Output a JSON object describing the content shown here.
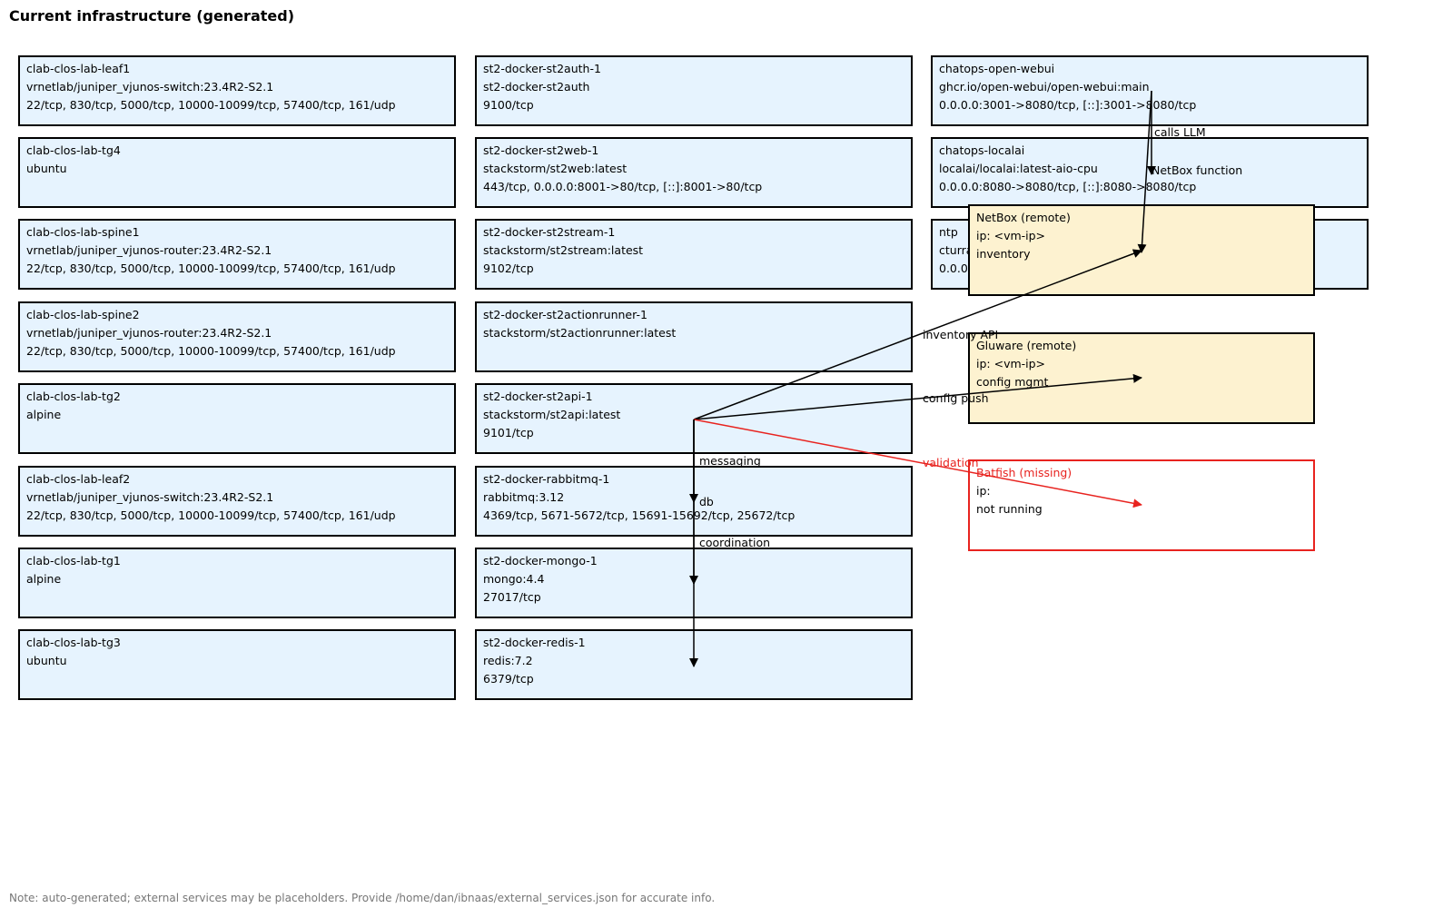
{
  "title": "Current infrastructure (generated)",
  "columns": [
    [
      {
        "name": "clab-clos-lab-leaf1",
        "image": "vrnetlab/juniper_vjunos-switch:23.4R2-S2.1",
        "ports": "22/tcp, 830/tcp, 5000/tcp, 10000-10099/tcp, 57400/tcp, 161/udp"
      },
      {
        "name": "clab-clos-lab-tg4",
        "image": "ubuntu",
        "ports": ""
      },
      {
        "name": "clab-clos-lab-spine1",
        "image": "vrnetlab/juniper_vjunos-router:23.4R2-S2.1",
        "ports": "22/tcp, 830/tcp, 5000/tcp, 10000-10099/tcp, 57400/tcp, 161/udp"
      },
      {
        "name": "clab-clos-lab-spine2",
        "image": "vrnetlab/juniper_vjunos-router:23.4R2-S2.1",
        "ports": "22/tcp, 830/tcp, 5000/tcp, 10000-10099/tcp, 57400/tcp, 161/udp"
      },
      {
        "name": "clab-clos-lab-tg2",
        "image": "alpine",
        "ports": ""
      },
      {
        "name": "clab-clos-lab-leaf2",
        "image": "vrnetlab/juniper_vjunos-switch:23.4R2-S2.1",
        "ports": "22/tcp, 830/tcp, 5000/tcp, 10000-10099/tcp, 57400/tcp, 161/udp"
      },
      {
        "name": "clab-clos-lab-tg1",
        "image": "alpine",
        "ports": ""
      },
      {
        "name": "clab-clos-lab-tg3",
        "image": "ubuntu",
        "ports": ""
      }
    ],
    [
      {
        "name": "st2-docker-st2auth-1",
        "image": "st2-docker-st2auth",
        "ports": "9100/tcp"
      },
      {
        "name": "st2-docker-st2web-1",
        "image": "stackstorm/st2web:latest",
        "ports": "443/tcp, 0.0.0.0:8001->80/tcp, [::]:8001->80/tcp"
      },
      {
        "name": "st2-docker-st2stream-1",
        "image": "stackstorm/st2stream:latest",
        "ports": "9102/tcp"
      },
      {
        "name": "st2-docker-st2actionrunner-1",
        "image": "stackstorm/st2actionrunner:latest",
        "ports": ""
      },
      {
        "name": "st2-docker-st2api-1",
        "image": "stackstorm/st2api:latest",
        "ports": "9101/tcp"
      },
      {
        "name": "st2-docker-rabbitmq-1",
        "image": "rabbitmq:3.12",
        "ports": "4369/tcp, 5671-5672/tcp, 15691-15692/tcp, 25672/tcp"
      },
      {
        "name": "st2-docker-mongo-1",
        "image": "mongo:4.4",
        "ports": "27017/tcp"
      },
      {
        "name": "st2-docker-redis-1",
        "image": "redis:7.2",
        "ports": "6379/tcp"
      }
    ],
    [
      {
        "name": "chatops-open-webui",
        "image": "ghcr.io/open-webui/open-webui:main",
        "ports": "0.0.0.0:3001->8080/tcp, [::]:3001->8080/tcp"
      },
      {
        "name": "chatops-localai",
        "image": "localai/localai:latest-aio-cpu",
        "ports": "0.0.0.0:8080->8080/tcp, [::]:8080->8080/tcp"
      },
      {
        "name": "ntp",
        "image": "cturra",
        "ports": "0.0.0"
      }
    ]
  ],
  "external": [
    {
      "name": "NetBox (remote)",
      "ip": "ip: <vm-ip>",
      "role": "inventory",
      "status": "remote"
    },
    {
      "name": "Gluware (remote)",
      "ip": "ip: <vm-ip>",
      "role": "config mgmt",
      "status": "remote"
    },
    {
      "name": "Batfish (missing)",
      "ip": "ip:",
      "role": "not running",
      "status": "missing"
    }
  ],
  "edges": {
    "calls_llm": "calls LLM",
    "netbox_function": "NetBox function",
    "inventory_api": "inventory API",
    "config_push": "config push",
    "validation": "validation",
    "messaging": "messaging",
    "db": "db",
    "coordination": "coordination"
  },
  "colors": {
    "node_fill": "#e6f3fe",
    "remote_fill": "#fdf2d0",
    "missing_stroke": "#e8231f",
    "edge": "#000000"
  },
  "note": "Note: auto-generated; external services may be placeholders. Provide /home/dan/ibnaas/external_services.json for accurate info."
}
